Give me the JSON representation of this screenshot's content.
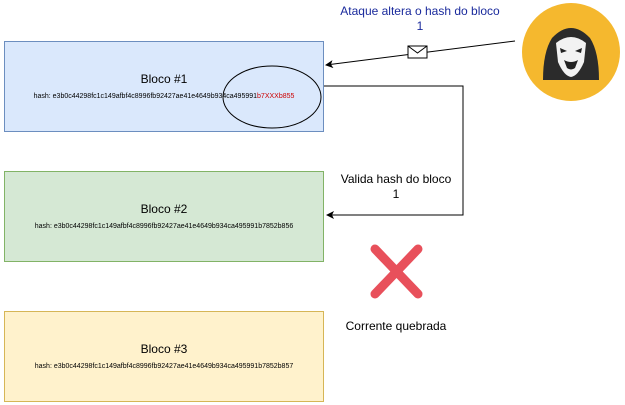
{
  "blocks": [
    {
      "title": "Bloco #1",
      "hash_prefix": "hash: e3b0c44298fc1c149afbf4c8996fb92427ae41e4649b934ca495991",
      "hash_tampered": "b7XXXb855"
    },
    {
      "title": "Bloco #2",
      "hash": "hash: e3b0c44298fc1c149afbf4c8996fb92427ae41e4649b934ca495991b7852b856"
    },
    {
      "title": "Bloco #3",
      "hash": "hash: e3b0c44298fc1c149afbf4c8996fb92427ae41e4649b934ca495991b7852b857"
    }
  ],
  "attack_label": "Ataque altera o hash do bloco 1",
  "validate_label": "Valida hash do bloco 1",
  "broken_label": "Corrente quebrada",
  "icons": {
    "attacker": "hacker-icon",
    "message": "envelope-icon",
    "error": "red-x-icon"
  },
  "colors": {
    "block1_fill": "#dae8fc",
    "block2_fill": "#d5e8d4",
    "block3_fill": "#fff2cc",
    "tamper": "#cc0000",
    "attacker_bg": "#f5b82e",
    "error_x": "#e8505b",
    "attack_text": "#1a2a9c"
  }
}
